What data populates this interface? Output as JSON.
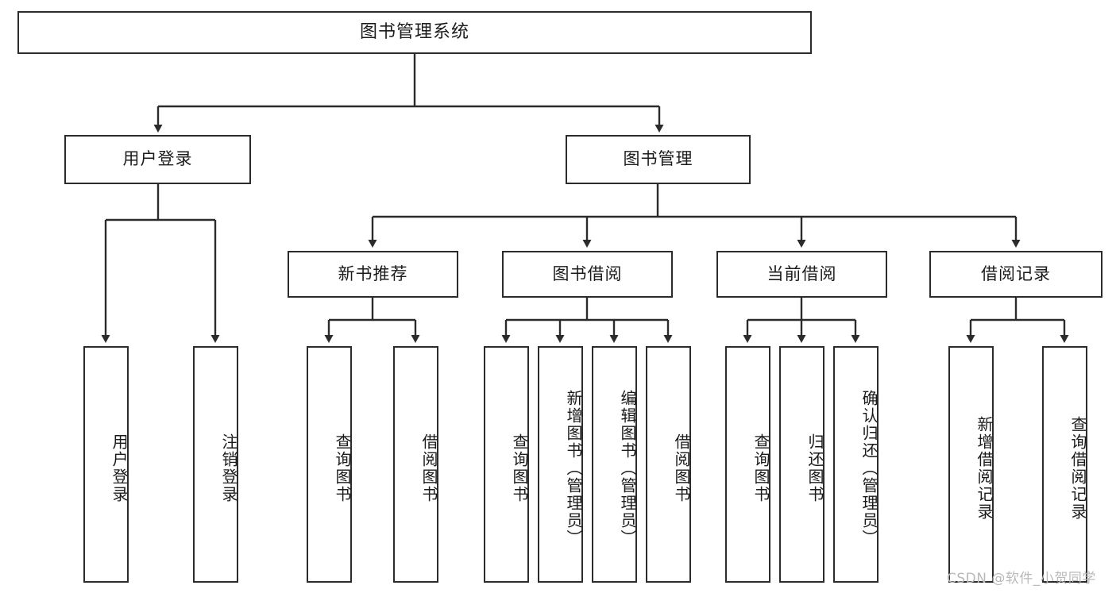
{
  "diagram": {
    "title": "图书管理系统",
    "type": "tree",
    "root": {
      "id": "root",
      "label": "图书管理系统",
      "orientation": "horizontal"
    },
    "level2": [
      {
        "id": "user-login",
        "label": "用户登录",
        "orientation": "horizontal"
      },
      {
        "id": "book-management",
        "label": "图书管理",
        "orientation": "horizontal"
      }
    ],
    "level3": [
      {
        "id": "new-book-recommend",
        "label": "新书推荐",
        "parent": "book-management",
        "orientation": "horizontal"
      },
      {
        "id": "book-borrow",
        "label": "图书借阅",
        "parent": "book-management",
        "orientation": "horizontal"
      },
      {
        "id": "current-borrow",
        "label": "当前借阅",
        "parent": "book-management",
        "orientation": "horizontal"
      },
      {
        "id": "borrow-record",
        "label": "借阅记录",
        "parent": "book-management",
        "orientation": "horizontal"
      }
    ],
    "leaves": [
      {
        "id": "leaf-user-login",
        "label": "用户登录",
        "parent": "user-login",
        "orientation": "vertical"
      },
      {
        "id": "leaf-logout",
        "label": "注销登录",
        "parent": "user-login",
        "orientation": "vertical"
      },
      {
        "id": "leaf-query-book-1",
        "label": "查询图书",
        "parent": "new-book-recommend",
        "orientation": "vertical"
      },
      {
        "id": "leaf-borrow-book-1",
        "label": "借阅图书",
        "parent": "new-book-recommend",
        "orientation": "vertical"
      },
      {
        "id": "leaf-query-book-2",
        "label": "查询图书",
        "parent": "book-borrow",
        "orientation": "vertical"
      },
      {
        "id": "leaf-add-book",
        "label": "新增图书（管理员）",
        "parent": "book-borrow",
        "orientation": "vertical"
      },
      {
        "id": "leaf-edit-book",
        "label": "编辑图书（管理员）",
        "parent": "book-borrow",
        "orientation": "vertical"
      },
      {
        "id": "leaf-borrow-book-2",
        "label": "借阅图书",
        "parent": "book-borrow",
        "orientation": "vertical"
      },
      {
        "id": "leaf-query-book-3",
        "label": "查询图书",
        "parent": "current-borrow",
        "orientation": "vertical"
      },
      {
        "id": "leaf-return-book",
        "label": "归还图书",
        "parent": "current-borrow",
        "orientation": "vertical"
      },
      {
        "id": "leaf-confirm-return",
        "label": "确认归还（管理员）",
        "parent": "current-borrow",
        "orientation": "vertical"
      },
      {
        "id": "leaf-add-record",
        "label": "新增借阅记录",
        "parent": "borrow-record",
        "orientation": "vertical"
      },
      {
        "id": "leaf-query-record",
        "label": "查询借阅记录",
        "parent": "borrow-record",
        "orientation": "vertical"
      }
    ]
  },
  "watermark": {
    "text": "CSDN @软件_小贺同学"
  },
  "colors": {
    "stroke": "#2b2b2b",
    "background": "#ffffff",
    "text": "#1b1b1b",
    "watermark": "#b9b9b9"
  }
}
